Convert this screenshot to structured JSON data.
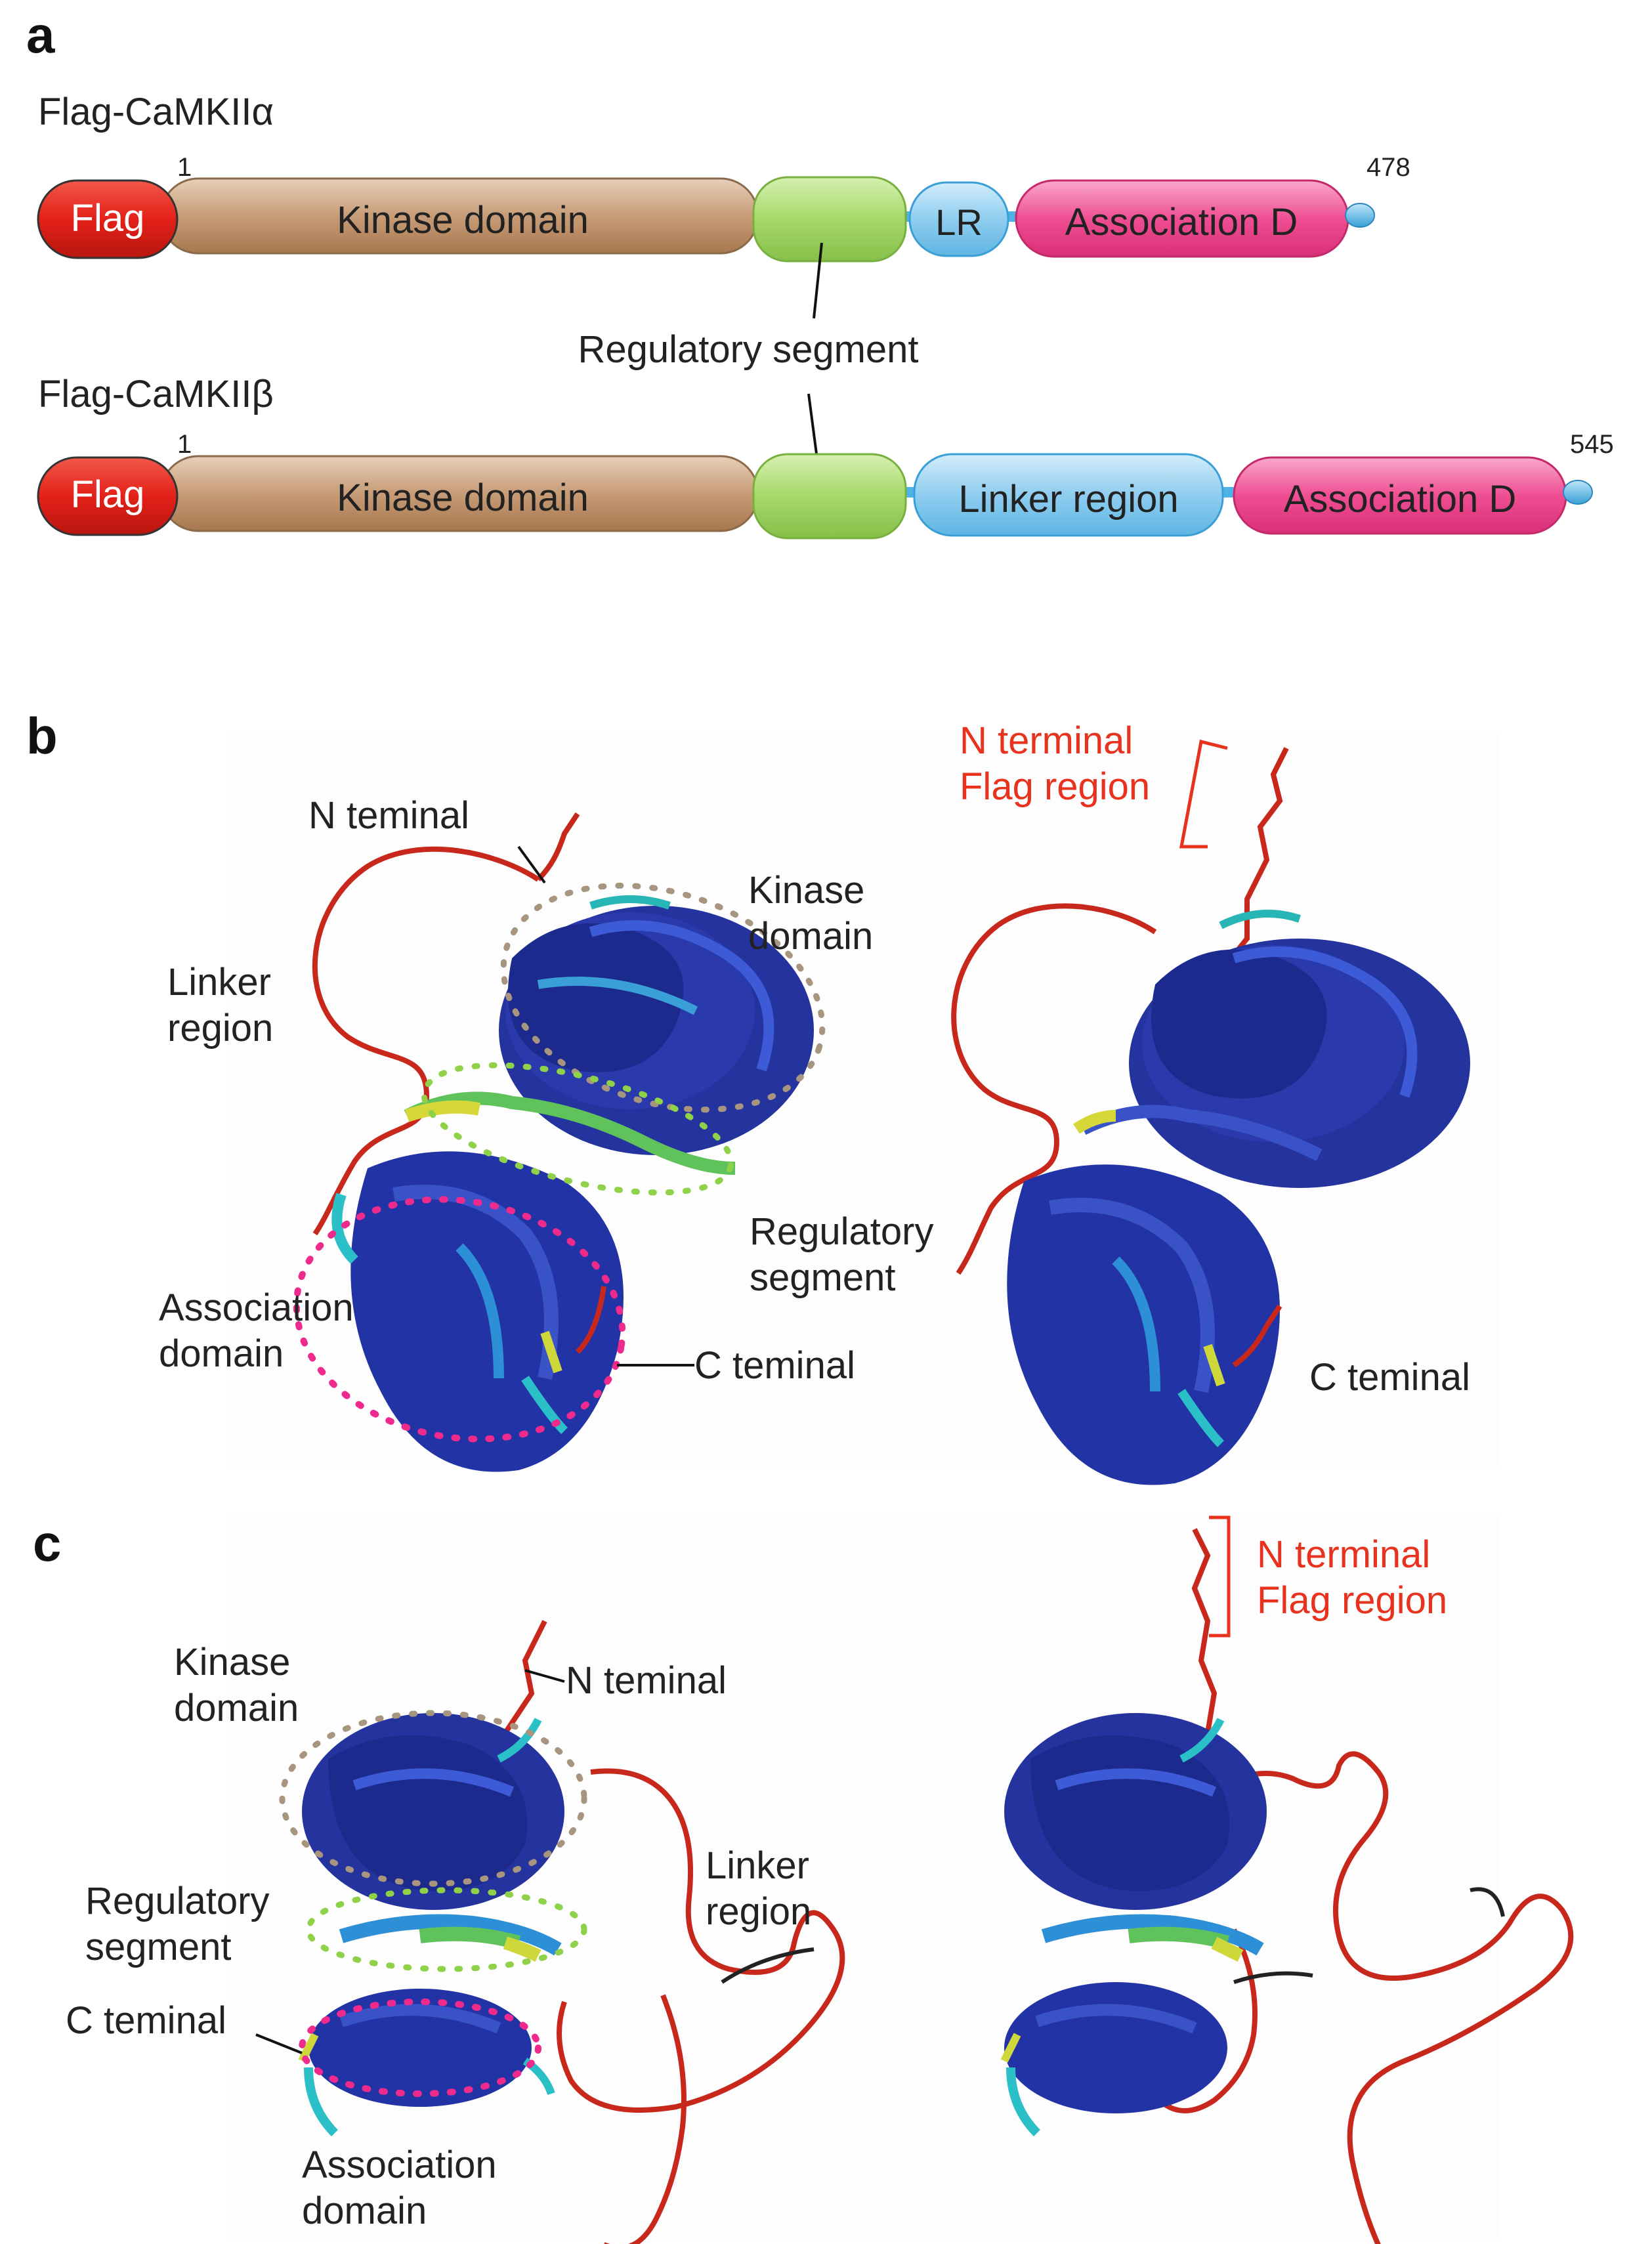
{
  "panel_a": {
    "letter": "a",
    "alpha": {
      "title": "Flag-CaMKIIα",
      "start": "1",
      "end": "478",
      "flag": "Flag",
      "kinase": "Kinase domain",
      "linker": "LR",
      "association": "Association D"
    },
    "regulatory_label": "Regulatory segment",
    "beta": {
      "title": "Flag-CaMKIIβ",
      "start": "1",
      "end": "545",
      "flag": "Flag",
      "kinase": "Kinase domain",
      "linker": "Linker region",
      "association": "Association D"
    },
    "colors": {
      "flag": "#e32119",
      "kinase": "#c79c77",
      "regulatory": "#a6d86a",
      "linker": "#8fcdef",
      "association": "#ef4e93"
    }
  },
  "panel_b": {
    "letter": "b",
    "n_terminal": "N teminal",
    "kinase_1": "Kinase",
    "kinase_2": "domain",
    "linker_1": "Linker",
    "linker_2": "region",
    "regulatory_1": "Regulatory",
    "regulatory_2": "segment",
    "association_1": "Association",
    "association_2": "domain",
    "c_terminal": "C teminal",
    "flag_region_1": "N terminal",
    "flag_region_2": "Flag region",
    "c_terminal_right": "C teminal"
  },
  "panel_c": {
    "letter": "c",
    "kinase_1": "Kinase",
    "kinase_2": "domain",
    "n_terminal": "N teminal",
    "regulatory_1": "Regulatory",
    "regulatory_2": "segment",
    "linker_1": "Linker",
    "linker_2": "region",
    "c_terminal": "C teminal",
    "association_1": "Association",
    "association_2": "domain",
    "flag_region_1": "N terminal",
    "flag_region_2": "Flag region"
  }
}
